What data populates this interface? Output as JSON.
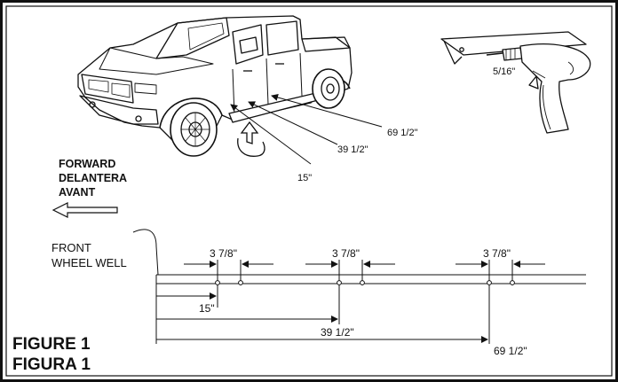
{
  "callouts": {
    "c15": "15\"",
    "c39": "39 1/2\"",
    "c69": "69 1/2\"",
    "drill": "5/16\""
  },
  "direction": {
    "en": "FORWARD",
    "es": "DELANTERA",
    "fr": "AVANT"
  },
  "wheel_well": {
    "line1": "FRONT",
    "line2": "WHEEL WELL"
  },
  "gaps": [
    "3 7/8\"",
    "3 7/8\"",
    "3 7/8\""
  ],
  "dims": {
    "d15": "15\"",
    "d39": "39 1/2\"",
    "d69": "69 1/2\""
  },
  "figure": {
    "en": "FIGURE 1",
    "es": "FIGURA 1"
  }
}
